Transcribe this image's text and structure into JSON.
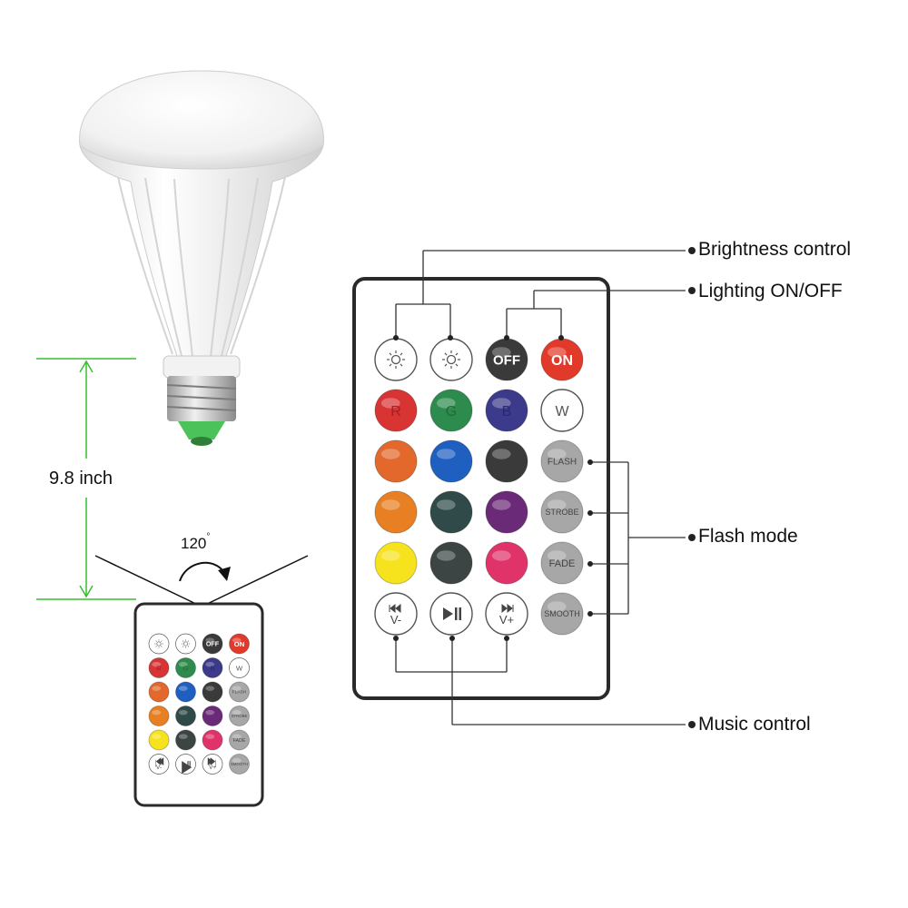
{
  "callouts": {
    "brightness": "Brightness control",
    "lighting": "Lighting ON/OFF",
    "flash": "Flash mode",
    "music": "Music control"
  },
  "dimension": {
    "height": "9.8 inch",
    "angle": "120",
    "angle_unit": "°"
  },
  "remote": {
    "rows": [
      [
        {
          "kind": "icon",
          "icon": "brightness-up-icon",
          "color": "#ffffff",
          "text": "#555555"
        },
        {
          "kind": "icon",
          "icon": "brightness-down-icon",
          "color": "#ffffff",
          "text": "#555555"
        },
        {
          "kind": "label",
          "label": "OFF",
          "color": "#3a3a3a",
          "text": "#ffffff"
        },
        {
          "kind": "label",
          "label": "ON",
          "color": "#e23a2a",
          "text": "#ffffff"
        }
      ],
      [
        {
          "kind": "label",
          "label": "R",
          "color": "#d93434",
          "text": "#a81f1f"
        },
        {
          "kind": "label",
          "label": "G",
          "color": "#2e8b4e",
          "text": "#1f6a39"
        },
        {
          "kind": "label",
          "label": "B",
          "color": "#3c3a8a",
          "text": "#2a2870"
        },
        {
          "kind": "label",
          "label": "W",
          "color": "#ffffff",
          "text": "#555555"
        }
      ],
      [
        {
          "kind": "color",
          "color": "#e2692b"
        },
        {
          "kind": "color",
          "color": "#1f5fbf"
        },
        {
          "kind": "color",
          "color": "#3a3a3a"
        },
        {
          "kind": "label",
          "label": "FLASH",
          "color": "#a7a7a7",
          "text": "#444444"
        }
      ],
      [
        {
          "kind": "color",
          "color": "#e87f22"
        },
        {
          "kind": "color",
          "color": "#2f4a48"
        },
        {
          "kind": "color",
          "color": "#6b2a78"
        },
        {
          "kind": "label",
          "label": "STROBE",
          "color": "#a7a7a7",
          "text": "#444444"
        }
      ],
      [
        {
          "kind": "color",
          "color": "#f7e21e"
        },
        {
          "kind": "color",
          "color": "#3c4444"
        },
        {
          "kind": "color",
          "color": "#e0336a"
        },
        {
          "kind": "label",
          "label": "FADE",
          "color": "#a7a7a7",
          "text": "#444444"
        }
      ],
      [
        {
          "kind": "media",
          "icon": "prev-icon",
          "label": "V-",
          "color": "#ffffff",
          "text": "#444444"
        },
        {
          "kind": "media",
          "icon": "play-pause-icon",
          "label": "",
          "color": "#ffffff",
          "text": "#444444"
        },
        {
          "kind": "media",
          "icon": "next-icon",
          "label": "V+",
          "color": "#ffffff",
          "text": "#444444"
        },
        {
          "kind": "label",
          "label": "SMOOTH",
          "color": "#a7a7a7",
          "text": "#444444"
        }
      ]
    ]
  },
  "colors": {
    "dimension_line": "#35c12d",
    "connector": "#333333",
    "frame": "#2a2a2a"
  }
}
